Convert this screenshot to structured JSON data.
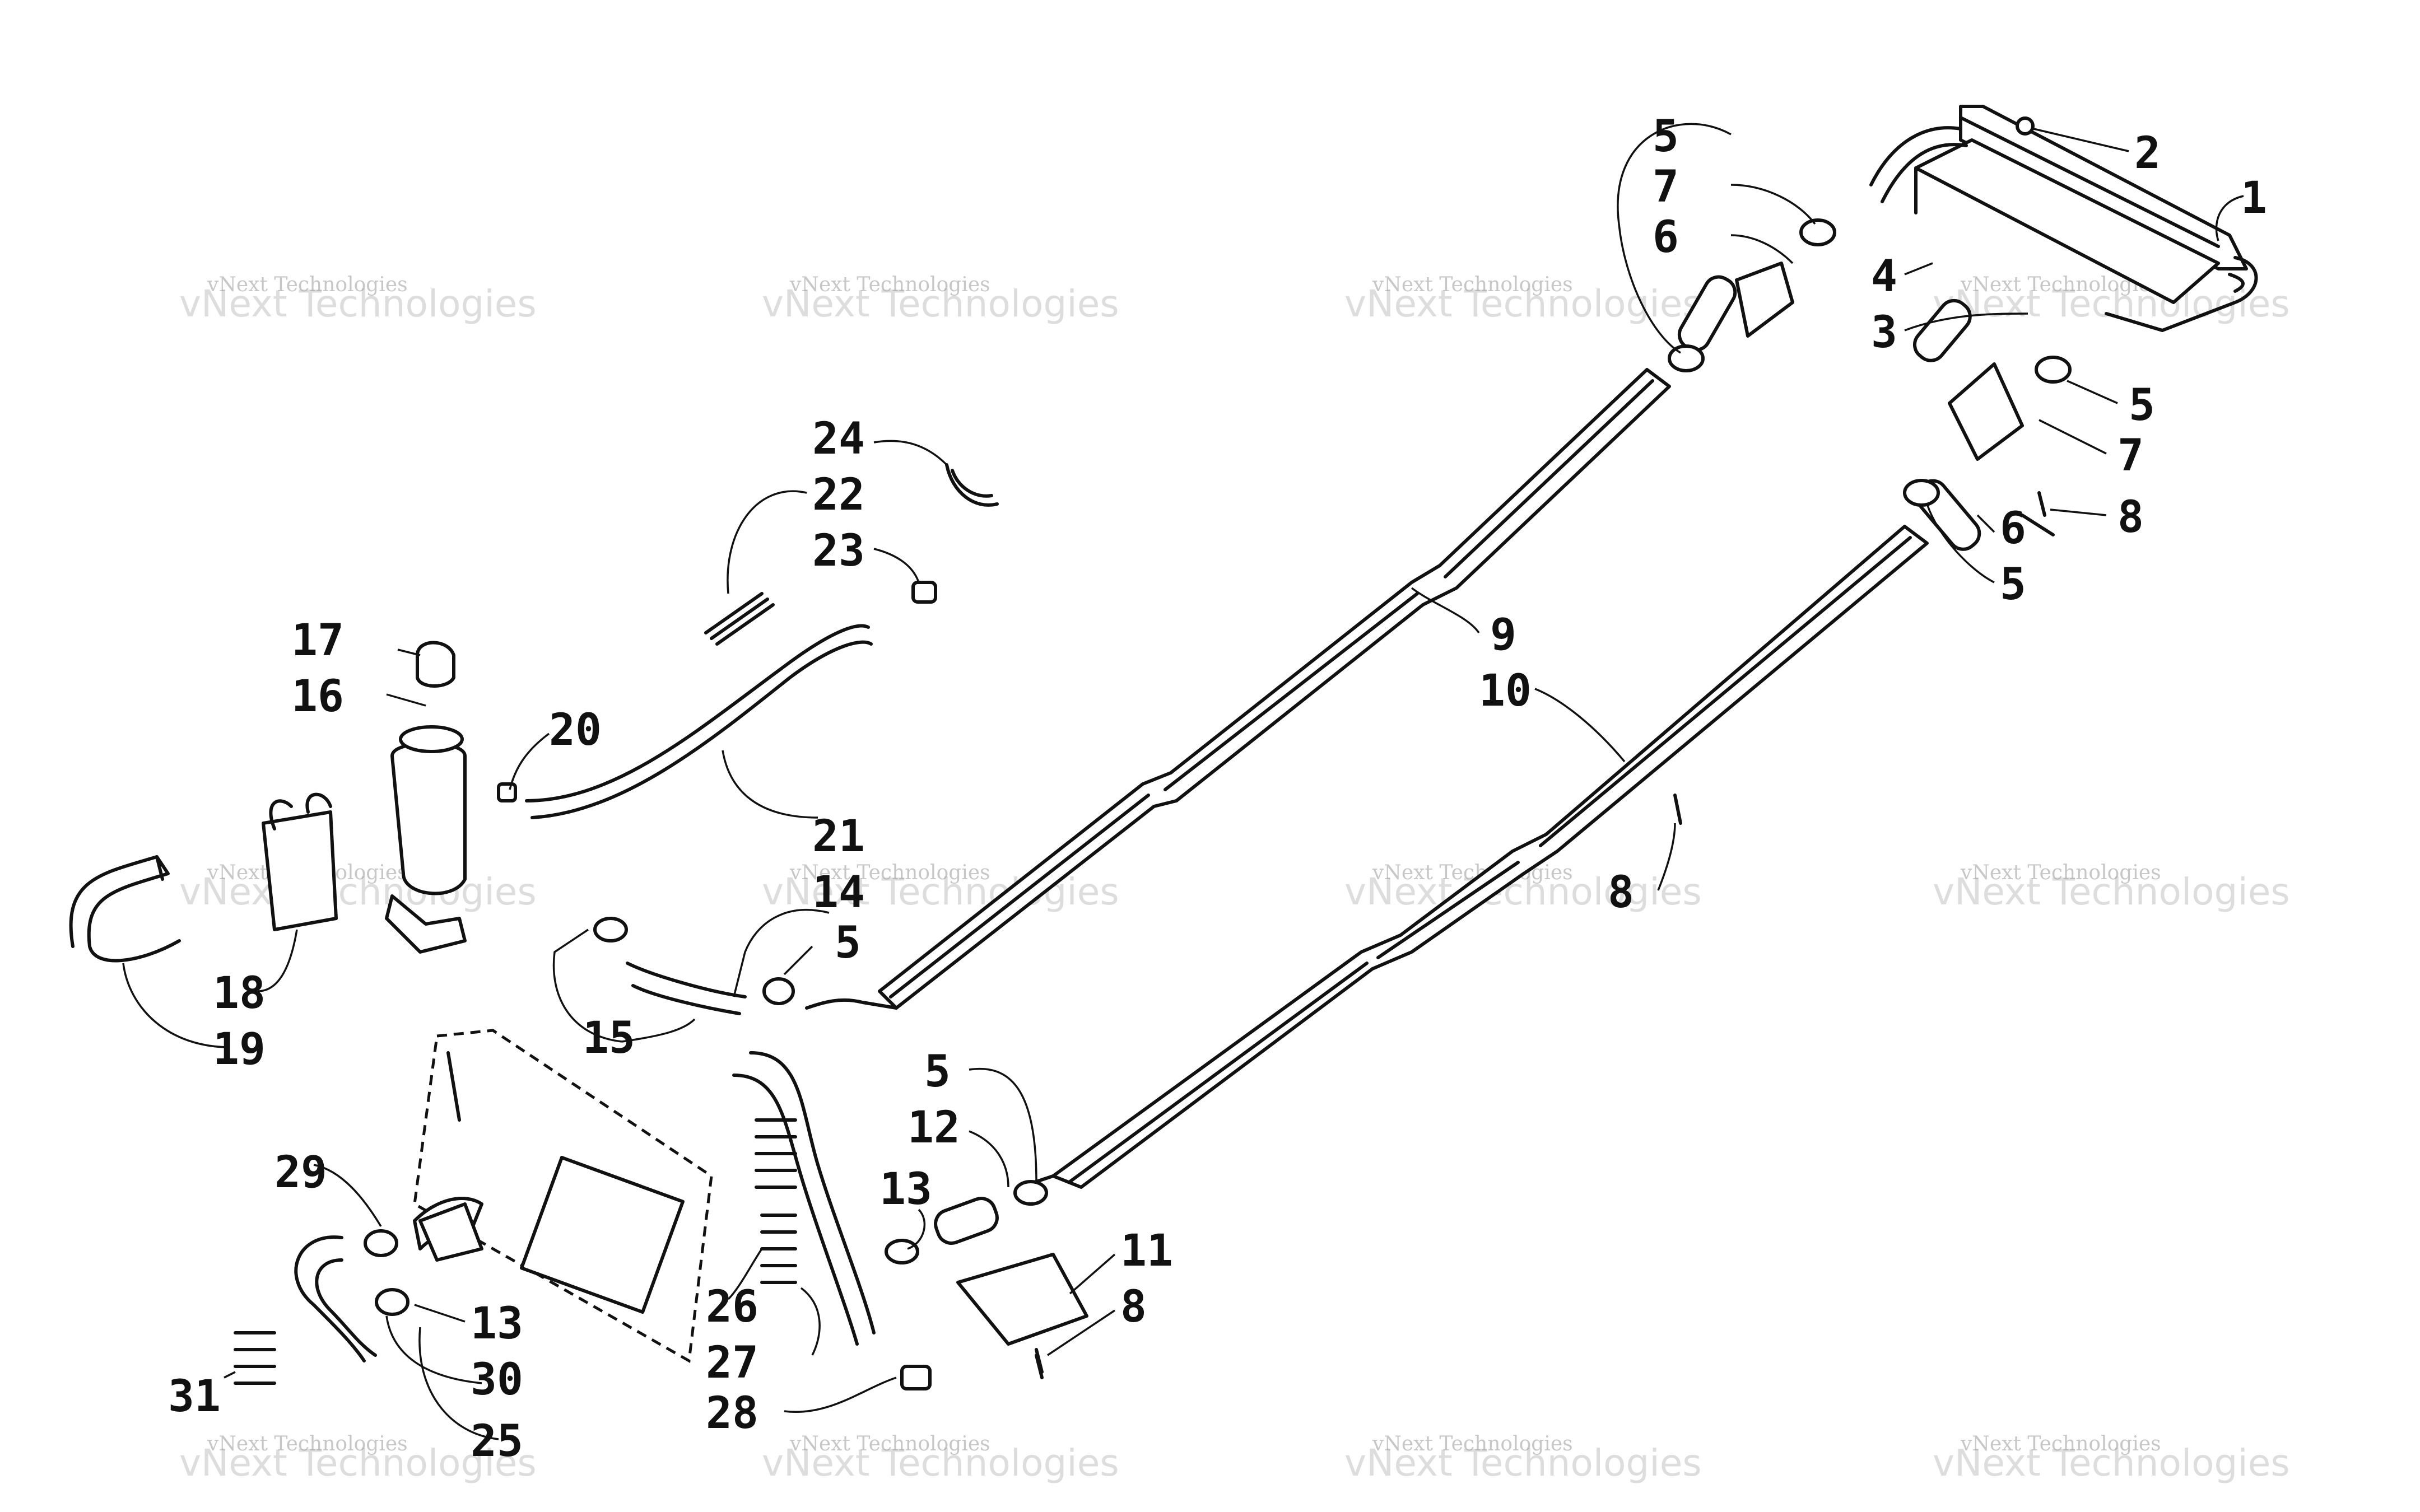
{
  "watermark": {
    "line1": "vNext Technologies",
    "line2": "vNext Technologies"
  },
  "callouts": {
    "c1": "1",
    "c2": "2",
    "c3": "3",
    "c4": "4",
    "c5a": "5",
    "c5b": "5",
    "c5c": "5",
    "c5d": "5",
    "c5e": "5",
    "c6a": "6",
    "c6b": "6",
    "c7a": "7",
    "c7b": "7",
    "c8a": "8",
    "c8b": "8",
    "c8c": "8",
    "c9": "9",
    "c10": "10",
    "c11": "11",
    "c12": "12",
    "c13a": "13",
    "c13b": "13",
    "c14": "14",
    "c15": "15",
    "c16": "16",
    "c17": "17",
    "c18": "18",
    "c19": "19",
    "c20": "20",
    "c21": "21",
    "c22": "22",
    "c23": "23",
    "c24": "24",
    "c25": "25",
    "c26": "26",
    "c27": "27",
    "c28": "28",
    "c29": "29",
    "c30": "30",
    "c31": "31"
  }
}
